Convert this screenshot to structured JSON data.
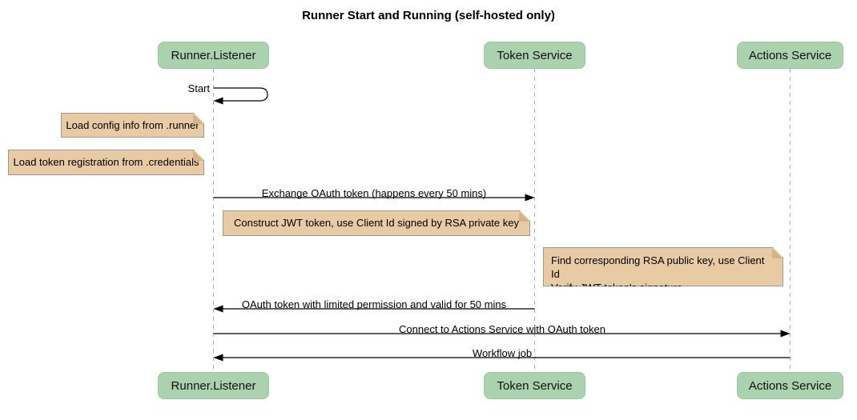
{
  "title": "Runner Start and Running (self-hosted only)",
  "participants": [
    {
      "name": "Runner.Listener"
    },
    {
      "name": "Token Service"
    },
    {
      "name": "Actions Service"
    }
  ],
  "messages": {
    "start": "Start",
    "exchange": "Exchange OAuth token (happens every 50 mins)",
    "oauth_return": "OAuth token with limited permission and valid for 50 mins",
    "connect": "Connect to Actions Service with OAuth token",
    "workflow": "Workflow job"
  },
  "notes": {
    "load_config": "Load config info from .runner",
    "load_token": "Load token registration from .credentials",
    "construct_jwt": "Construct JWT token, use Client Id signed by RSA private key",
    "find_key_line1": "Find corresponding RSA public key, use Client Id",
    "find_key_line2": "Verify JWT token's signature"
  },
  "colors": {
    "participant_fill": "#aad2ae",
    "note_fill": "#e8caa5",
    "note_border": "#999999",
    "note_fold": "#d5b387",
    "lifeline": "#aaaaaa",
    "line": "#000000",
    "background": "#ffffff"
  }
}
